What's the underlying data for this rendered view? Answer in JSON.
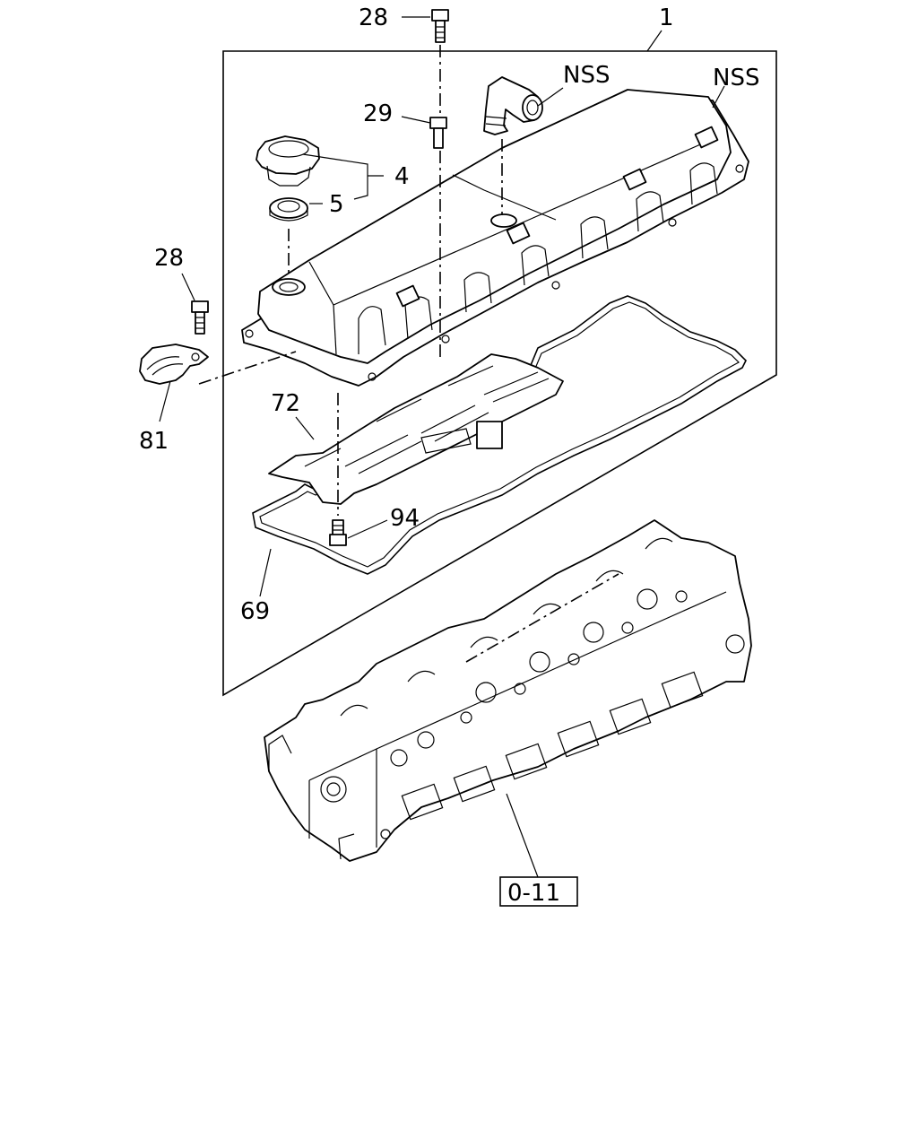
{
  "callouts": {
    "c1": "1",
    "c28_top": "28",
    "c29": "29",
    "c4": "4",
    "c5": "5",
    "c28_left": "28",
    "c81": "81",
    "c72": "72",
    "c94": "94",
    "c69": "69",
    "nss_elbow": "NSS",
    "nss_cover": "NSS"
  },
  "reference_box": {
    "label": "0-11"
  }
}
